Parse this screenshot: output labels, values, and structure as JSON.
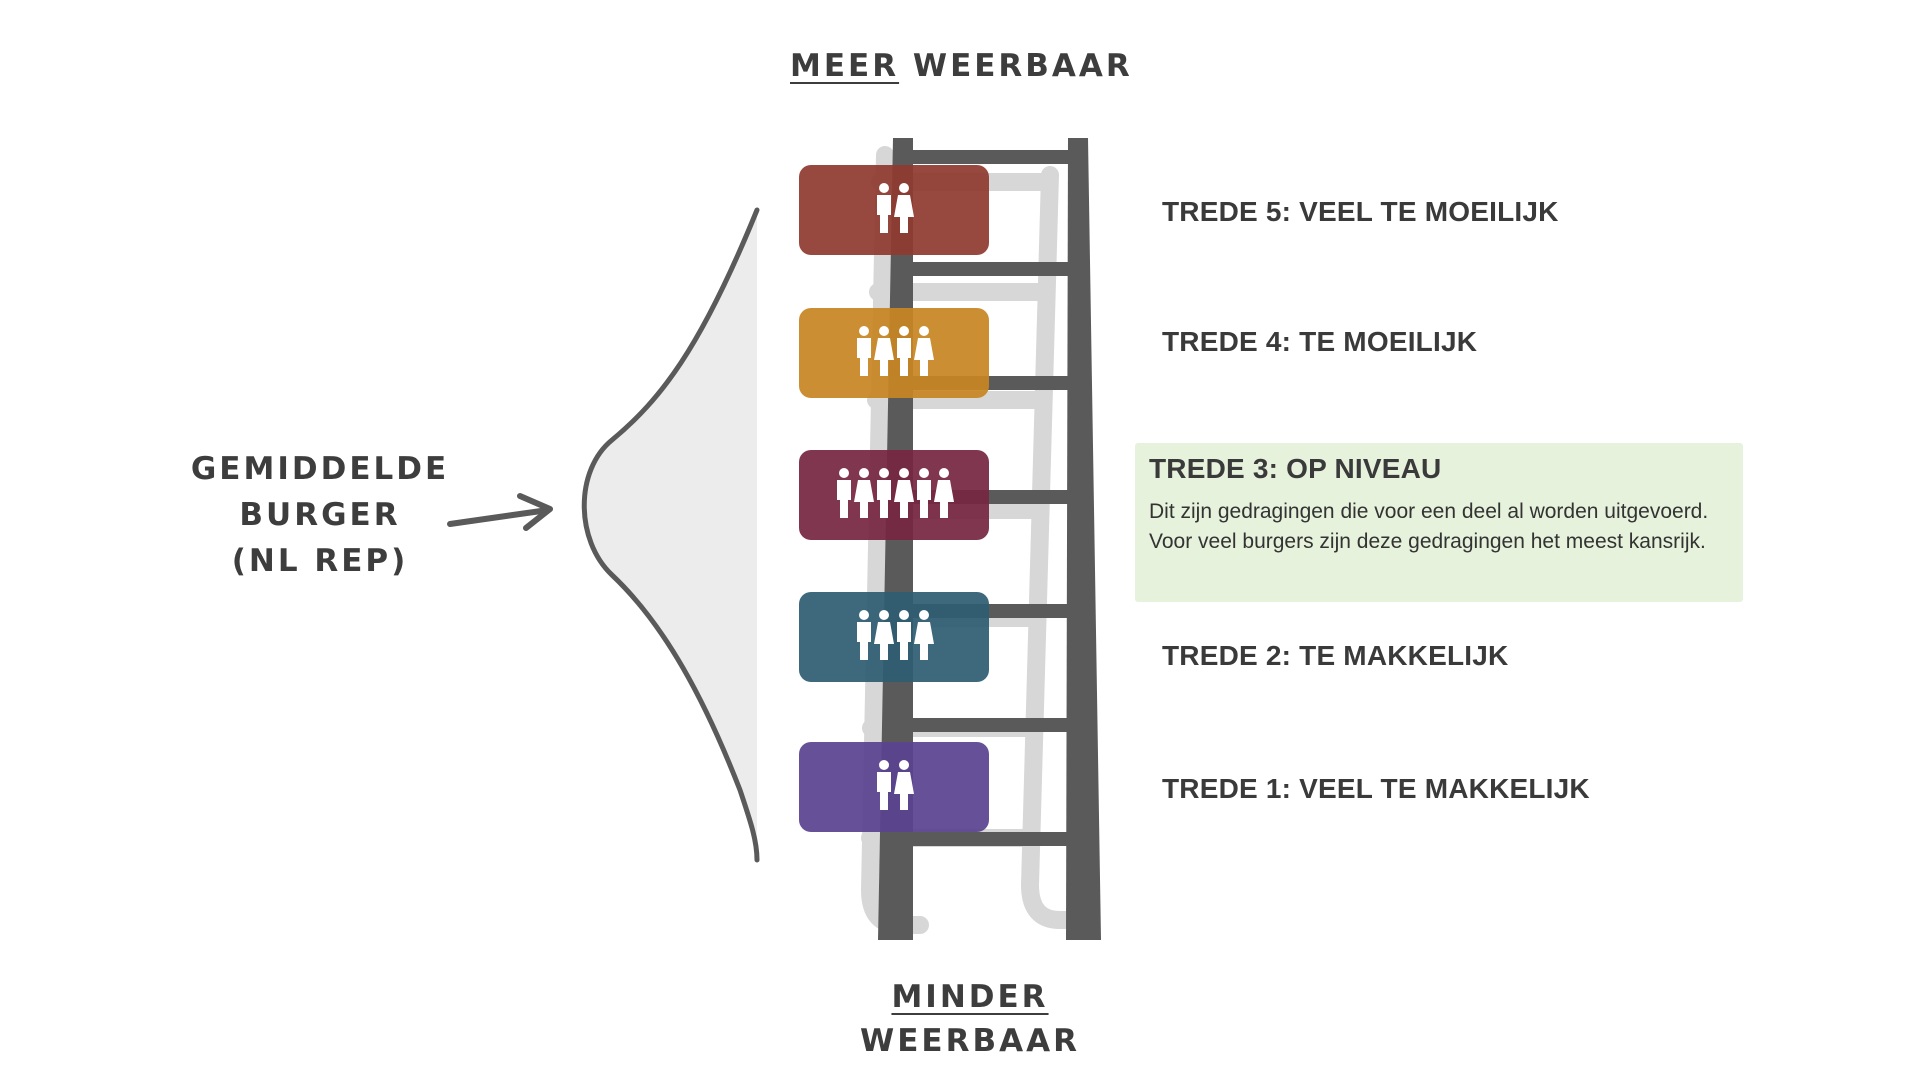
{
  "top_label": {
    "underlined": "MEER",
    "rest": "WEERBAAR"
  },
  "bottom_label": {
    "underlined": "MINDER",
    "rest": "WEERBAAR"
  },
  "side_label": {
    "line1": "GEMIDDELDE",
    "line2": "BURGER",
    "line3": "(NL REP)"
  },
  "steps": [
    {
      "title": "TREDE 5: VEEL TE MOEILIJK",
      "color": "#8f3b30",
      "people": 2
    },
    {
      "title": "TREDE  4: TE MOEILIJK",
      "color": "#c88522",
      "people": 4
    },
    {
      "title": "TREDE 3: OP NIVEAU",
      "color": "#772742",
      "people": 6,
      "description": "Dit zijn gedragingen die voor een deel al worden uitgevoerd. Voor veel burgers zijn deze gedragingen het meest kansrijk.",
      "highlight_color": "#e6f2dc"
    },
    {
      "title": "TREDE 2: TE MAKKELIJK",
      "color": "#2f5d72",
      "people": 4
    },
    {
      "title": "TREDE 1: VEEL TE MAKKELIJK",
      "color": "#5a4490",
      "people": 2
    }
  ],
  "colors": {
    "ladder": "#5a5a5a",
    "ladder_shadow": "#d7d7d7",
    "curve": "#5a5a5a",
    "curve_fill": "#ececec"
  }
}
